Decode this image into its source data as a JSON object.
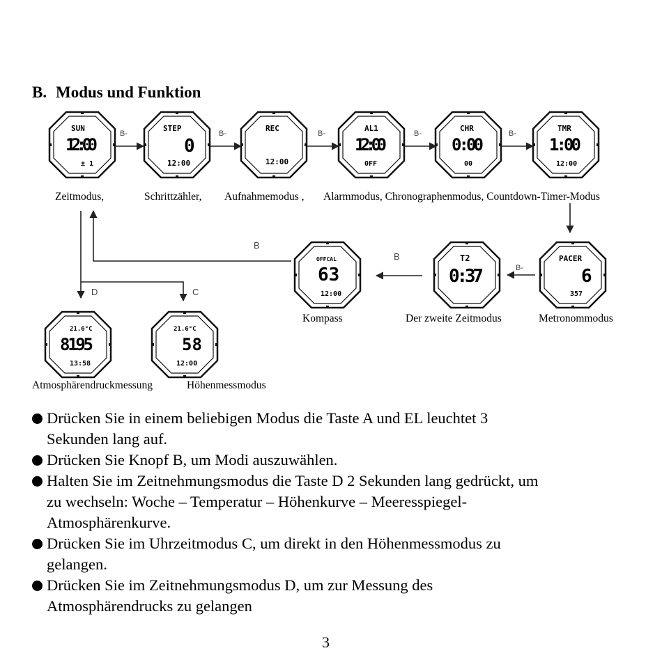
{
  "section": {
    "number": "B.",
    "title": "Modus und Funktion"
  },
  "top_labels": [
    "Zeitmodus,",
    "Schrittzähler,",
    "Aufnahmemodus ,",
    "Alarmmodus, Chronographenmodus, Countdown-Timer-Modus"
  ],
  "mid_labels": {
    "kompass": "Kompass",
    "zweite_zeit": "Der zweite Zeitmodus",
    "metronom": "Metronommodus"
  },
  "bottom_labels": {
    "atmos": "Atmosphärendruckmessung",
    "hoehe": "Höhenmessmodus"
  },
  "arrow_labels": {
    "b": "B",
    "b_dash": "B-",
    "c": "C",
    "d": "D"
  },
  "displays": {
    "zeit": {
      "top": "SUN",
      "main": "12:00"
    },
    "step": {
      "top": "STEP",
      "main": "0",
      "bottom": "12:00"
    },
    "rec": {
      "top": "REC",
      "bottom": "12:00"
    },
    "alarm": {
      "top": "AL1",
      "main": "12:00",
      "bottom": "0FF"
    },
    "chr": {
      "top": "CHR",
      "main": "0:00",
      "bottom": "00"
    },
    "tmr": {
      "top": "TMR",
      "main": "1:00",
      "bottom": "12:00"
    },
    "pacer": {
      "top": "PACER",
      "main": "6",
      "bottom": "357"
    },
    "t2": {
      "top": "T2",
      "main": "0:37"
    },
    "kompass": {
      "top": "OFFCAL",
      "main": "63",
      "bottom": "12:00"
    },
    "atmos": {
      "top": "21.6°C",
      "main": "8195",
      "bottom": "13:58"
    },
    "hoehe": {
      "top": "21.6°C",
      "main": "58",
      "bottom": "12:00"
    }
  },
  "bullets": [
    {
      "lines": [
        "Drücken Sie in einem beliebigen Modus die Taste A und EL leuchtet 3",
        "Sekunden lang auf."
      ]
    },
    {
      "lines": [
        "Drücken Sie Knopf B, um Modi auszuwählen."
      ]
    },
    {
      "lines": [
        "Halten Sie im Zeitnehmungsmodus die Taste D 2 Sekunden lang gedrückt, um",
        "zu wechseln: Woche – Temperatur – Höhenkurve – Meeresspiegel-",
        "Atmosphärenkurve."
      ]
    },
    {
      "lines": [
        "Drücken Sie im Uhrzeitmodus C, um direkt in den Höhenmessmodus zu",
        "gelangen."
      ]
    },
    {
      "lines": [
        "Drücken Sie im Zeitnehmungsmodus D, um zur Messung des",
        "Atmosphärendrucks zu gelangen"
      ]
    }
  ],
  "page_number": "3"
}
